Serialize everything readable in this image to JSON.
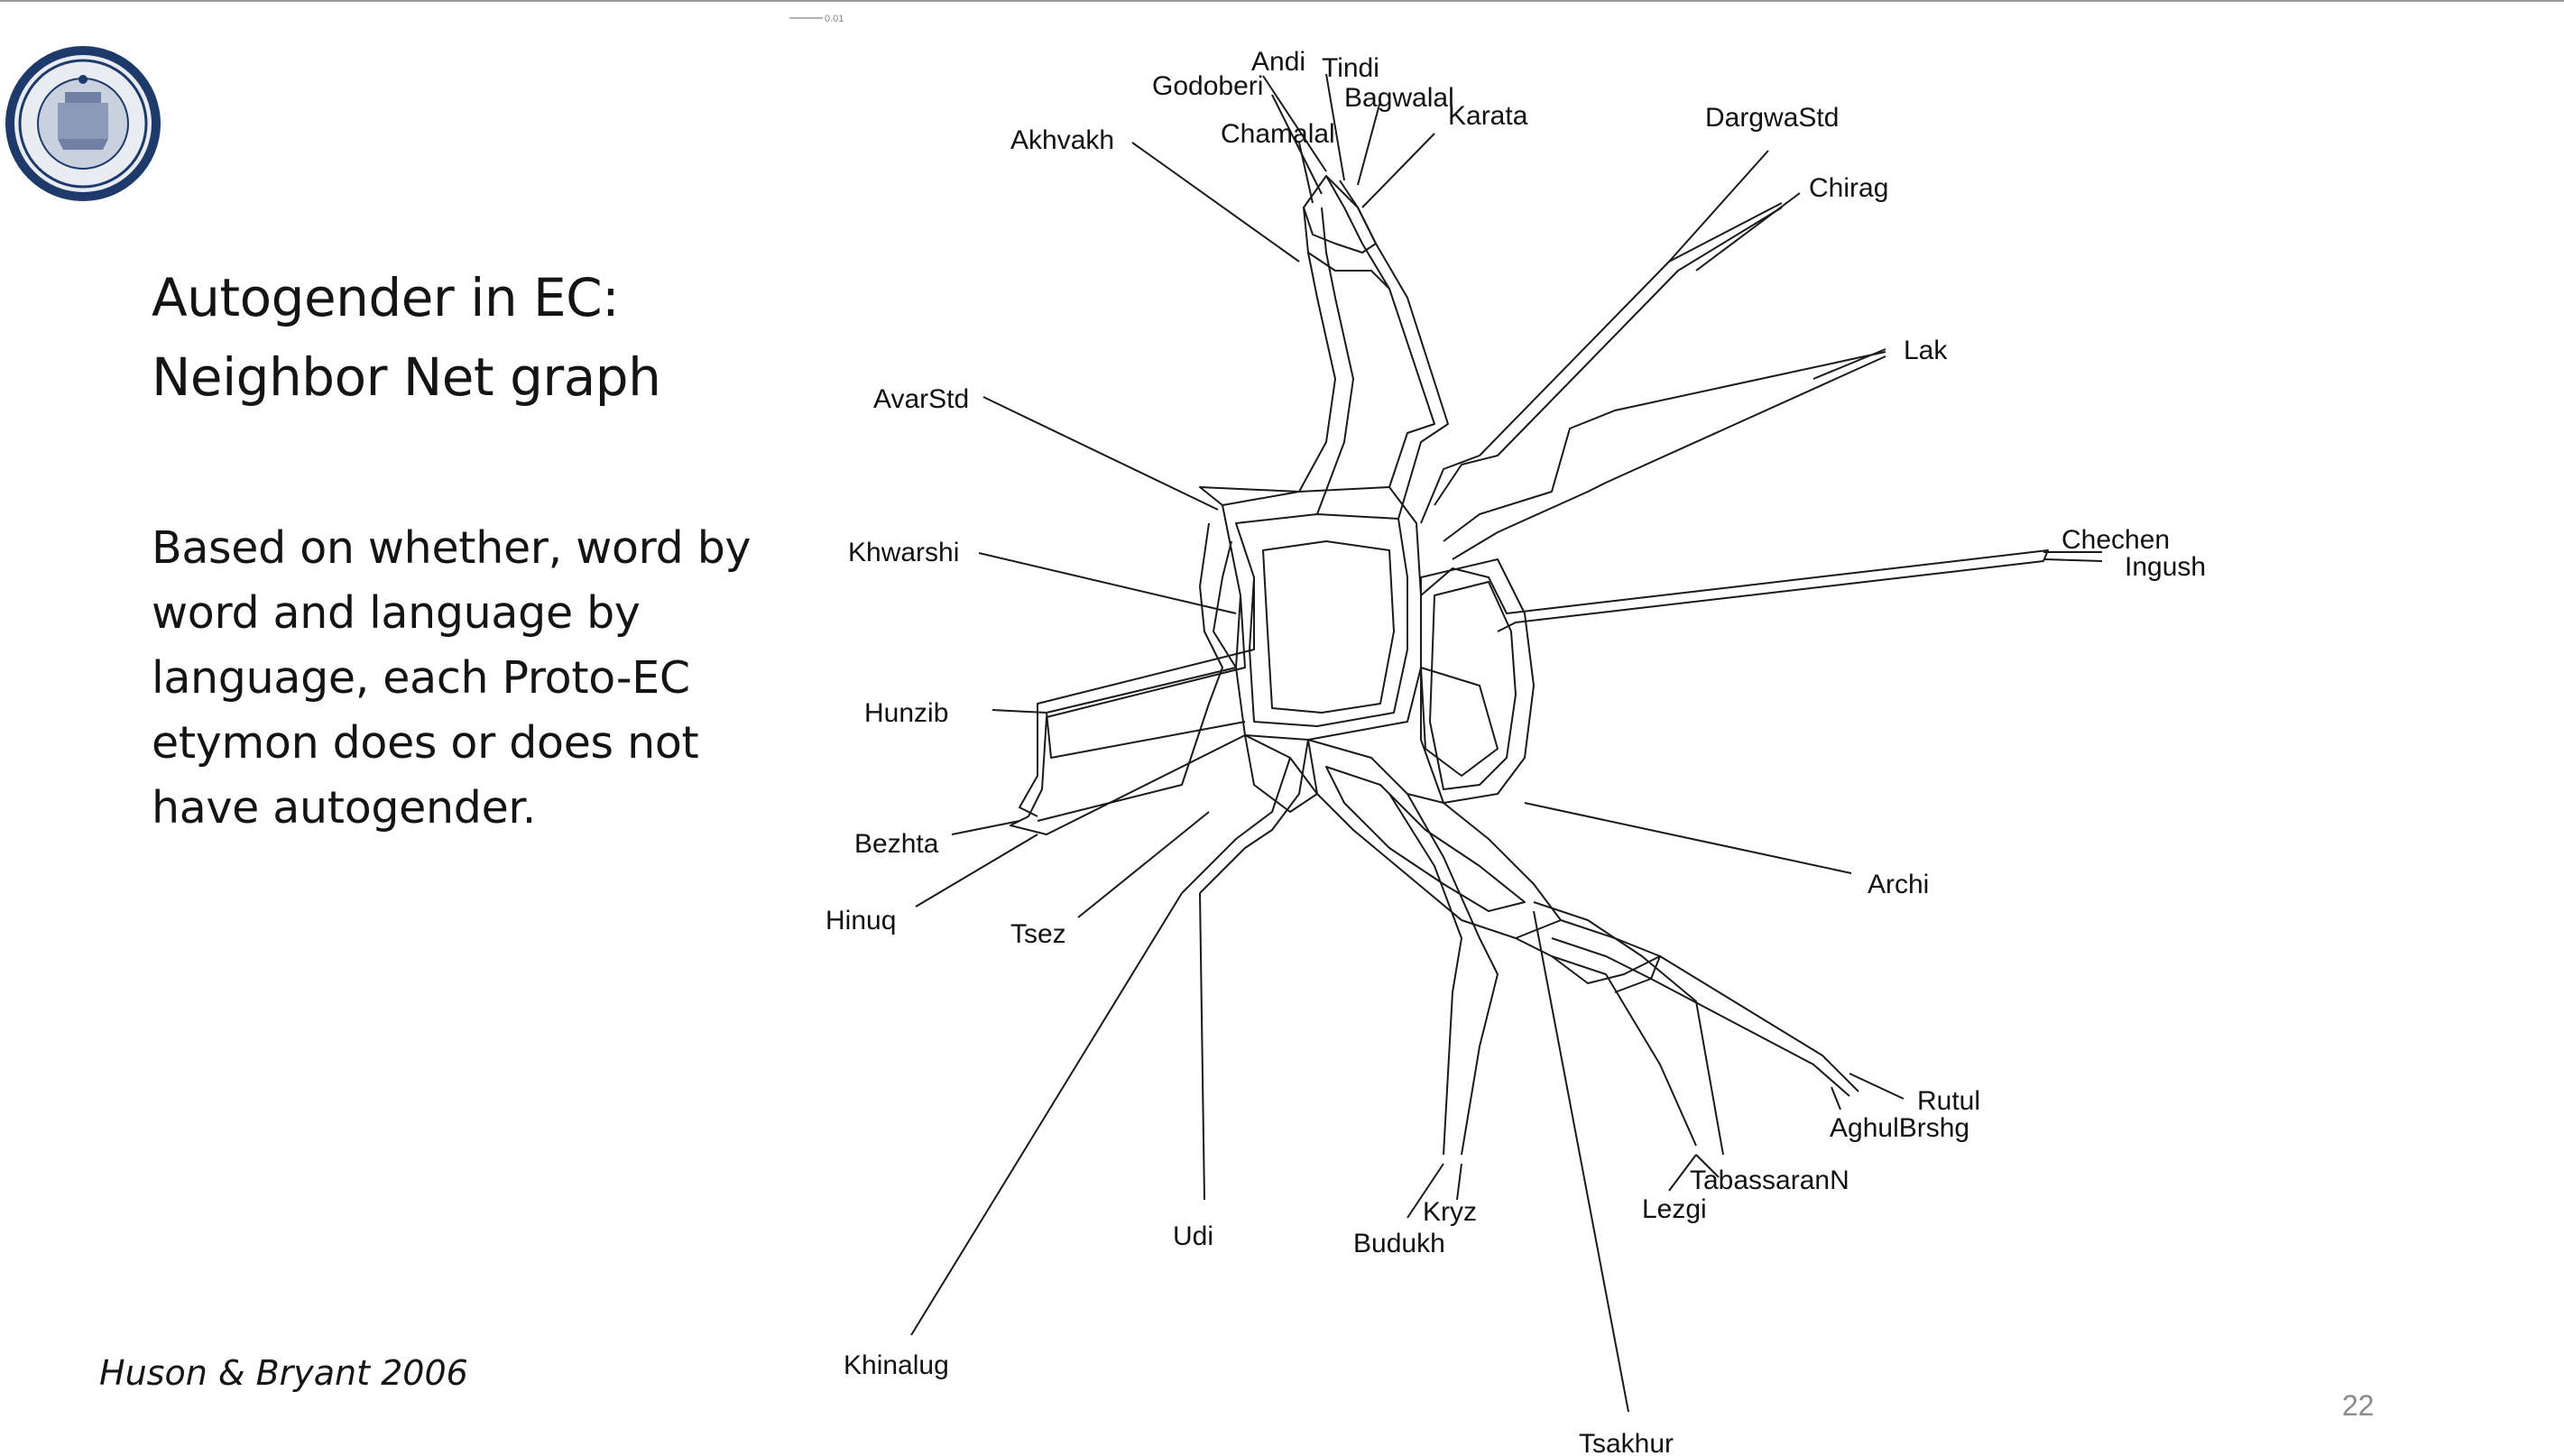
{
  "slide": {
    "title_line1": "Autogender in EC:",
    "title_line2": "Neighbor Net graph",
    "body": "Based on whether, word by word and language by language, each Proto-EC etymon does or does not have autogender.",
    "citation": "Huson & Bryant 2006",
    "page_number": "22"
  },
  "network": {
    "scale_label": "0.01",
    "taxa": [
      "Andi",
      "Tindi",
      "Godoberi",
      "Bagwalal",
      "Karata",
      "Chamalal",
      "Akhvakh",
      "DargwaStd",
      "Chirag",
      "Lak",
      "AvarStd",
      "Chechen",
      "Ingush",
      "Khwarshi",
      "Hunzib",
      "Bezhta",
      "Hinuq",
      "Tsez",
      "Archi",
      "Rutul",
      "AghulBrshg",
      "TabassaranN",
      "Lezgi",
      "Kryz",
      "Budukh",
      "Udi",
      "Khinalug",
      "Tsakhur"
    ]
  },
  "colors": {
    "line": "#1a1a1a",
    "text": "#141414",
    "page_number": "#8a8a8a"
  },
  "icons": {
    "logo": "university-of-california-seal"
  }
}
